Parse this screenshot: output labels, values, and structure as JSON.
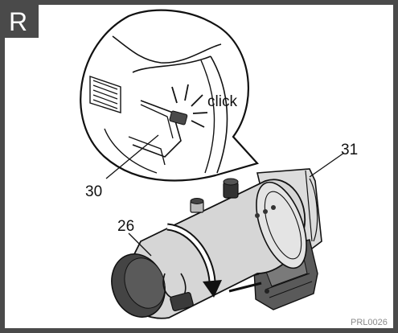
{
  "step_badge": "R",
  "labels": {
    "click": "click",
    "part_30": "30",
    "part_31": "31",
    "part_26": "26"
  },
  "figure_code": "PRL0026",
  "colors": {
    "frame": "#4a4a4a",
    "badge_bg": "#4a4a4a",
    "housing": "#d8d8d8",
    "dark_part": "#3a3a3a",
    "line": "#111111"
  },
  "icons": {
    "rotation_arrow": "curved-arrow-icon",
    "click_burst": "click-burst-icon"
  }
}
